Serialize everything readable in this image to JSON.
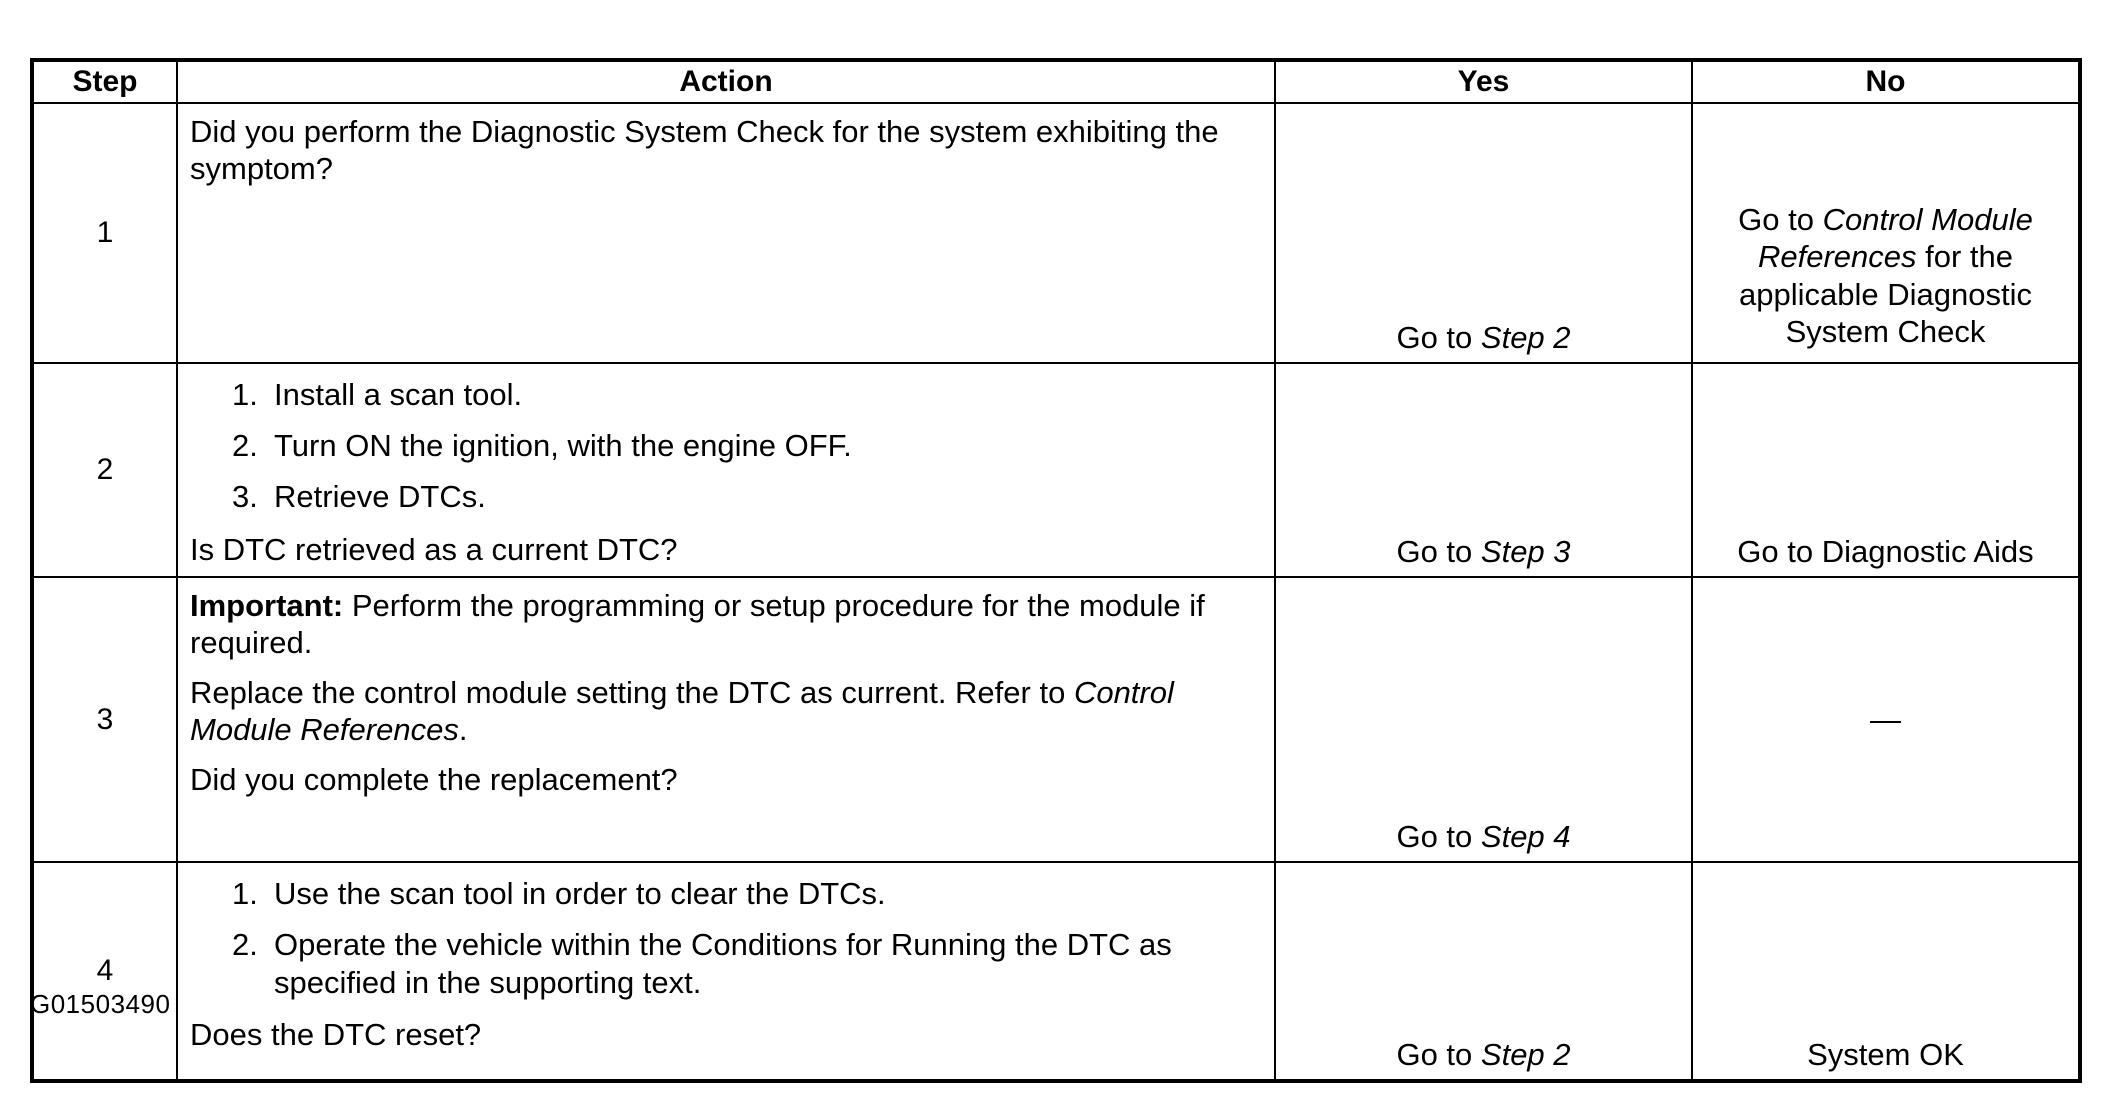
{
  "document": {
    "figure_code": "G01503490"
  },
  "table": {
    "headers": {
      "step": "Step",
      "action": "Action",
      "yes": "Yes",
      "no": "No"
    },
    "rows": [
      {
        "step": "1",
        "action": {
          "paragraphs": [
            "Did you perform the Diagnostic System Check for the system exhibiting the symptom?"
          ]
        },
        "yes": "Go to Step 2",
        "yes_prefix": "Go to ",
        "yes_italic": "Step 2",
        "no_lines": {
          "prefix": "Go to ",
          "italic": "Control Module References",
          "suffix": " for the applicable Diagnostic System Check"
        }
      },
      {
        "step": "2",
        "action": {
          "list": [
            {
              "num": "1.",
              "text": "Install a scan tool."
            },
            {
              "num": "2.",
              "text": "Turn ON the ignition, with the engine OFF."
            },
            {
              "num": "3.",
              "text": "Retrieve DTCs."
            }
          ],
          "question": "Is DTC retrieved as a current DTC?"
        },
        "yes_prefix": "Go to ",
        "yes_italic": "Step 3",
        "no_plain": "Go to Diagnostic Aids"
      },
      {
        "step": "3",
        "action": {
          "important_label": "Important:",
          "important_text": " Perform the programming or setup procedure for the module if required.",
          "body_plain": "Replace the control module setting the DTC as current. Refer to ",
          "body_italic": "Control Module References",
          "body_suffix": ".",
          "question": "Did you complete the replacement?"
        },
        "yes_prefix": "Go to ",
        "yes_italic": "Step 4",
        "no_plain": "—"
      },
      {
        "step": "4",
        "action": {
          "list": [
            {
              "num": "1.",
              "text": "Use the scan tool in order to clear the DTCs."
            },
            {
              "num": "2.",
              "text": "Operate the vehicle within the Conditions for Running the DTC as specified in the supporting text."
            }
          ],
          "question": "Does the DTC reset?"
        },
        "yes_prefix": "Go to ",
        "yes_italic": "Step 2",
        "no_plain": "System OK"
      }
    ]
  }
}
